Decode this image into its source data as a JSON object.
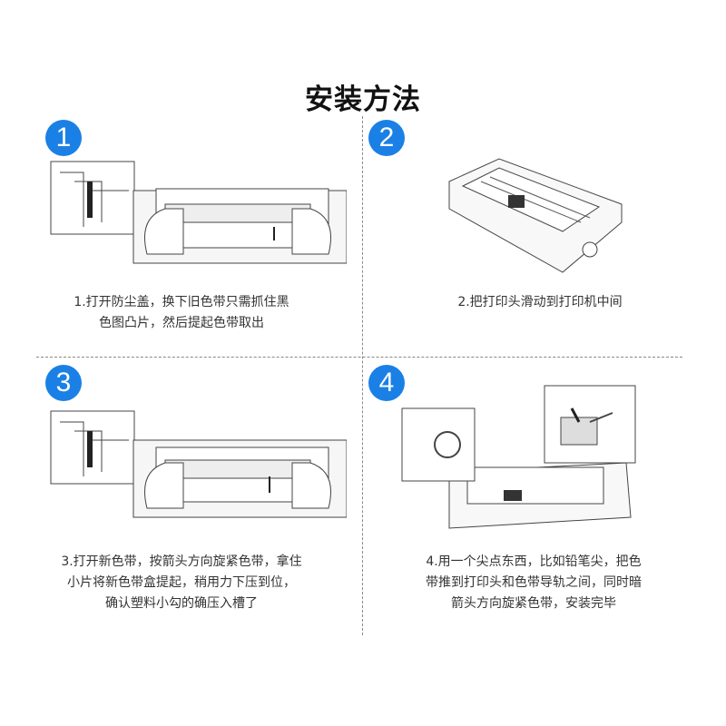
{
  "title": "安装方法",
  "steps": [
    {
      "number": "1",
      "caption_lines": [
        "1.打开防尘盖，换下旧色带只需抓住黑",
        "色图凸片，然后提起色带取出"
      ]
    },
    {
      "number": "2",
      "caption_lines": [
        "2.把打印头滑动到打印机中间"
      ]
    },
    {
      "number": "3",
      "caption_lines": [
        "3.打开新色带，按箭头方向旋紧色带，拿住",
        "小片将新色带盒提起，稍用力下压到位，",
        "确认塑料小勾的确压入槽了"
      ]
    },
    {
      "number": "4",
      "caption_lines": [
        "4.用一个尖点东西，比如铅笔尖，把色",
        "带推到打印头和色带导轨之间，同时暗",
        "箭头方向旋紧色带，安装完毕"
      ]
    }
  ],
  "colors": {
    "badge": "#1a80e6"
  }
}
